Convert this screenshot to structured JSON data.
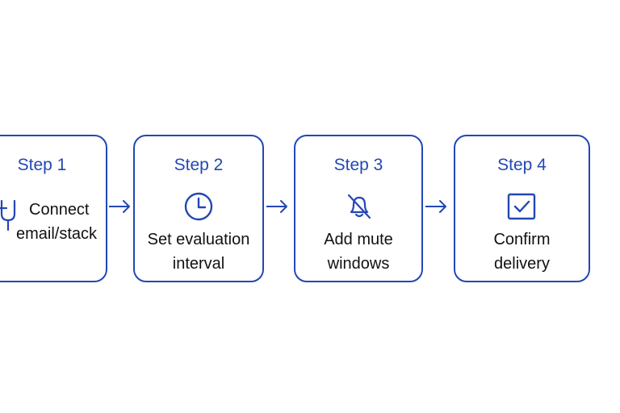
{
  "diagram": {
    "steps": [
      {
        "title": "Step 1",
        "line1": "Connect",
        "line2": "email/stack",
        "icon": "plug-icon"
      },
      {
        "title": "Step 2",
        "line1": "Set evaluation",
        "line2": "interval",
        "icon": "clock-icon"
      },
      {
        "title": "Step 3",
        "line1": "Add mute",
        "line2": "windows",
        "icon": "bell-off-icon"
      },
      {
        "title": "Step 4",
        "line1": "Confirm",
        "line2": "delivery",
        "icon": "checkbox-icon"
      }
    ],
    "colors": {
      "accent": "#2347b4",
      "text": "#111111",
      "background": "#ffffff"
    }
  }
}
